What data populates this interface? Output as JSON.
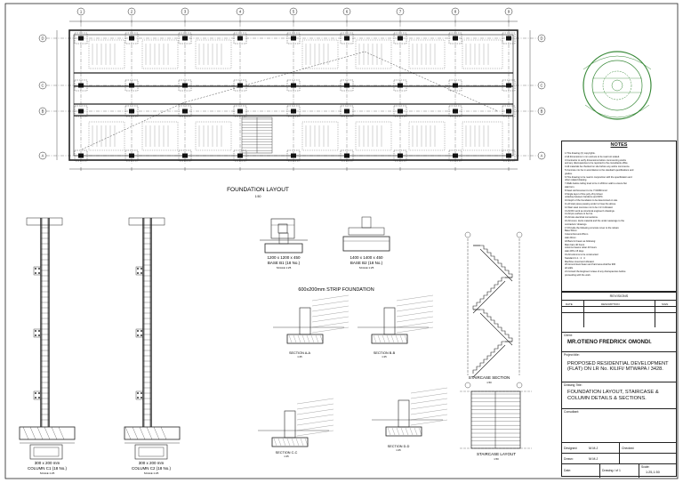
{
  "plan": {
    "title": "FOUNDATION LAYOUT",
    "scale": "1:50",
    "grid_cols": [
      "1",
      "2",
      "3",
      "4",
      "5",
      "6",
      "7",
      "8",
      "9"
    ],
    "grid_rows": [
      "D",
      "C",
      "B",
      "A"
    ]
  },
  "bases": {
    "b1_label": "1200 x 1200 x 450",
    "b1_name": "BASE B1 (18 No.)",
    "b1_scale": "SCALE 1:25",
    "b2_label": "1400 x 1400 x 450",
    "b2_name": "BASE B2 (18 No.)",
    "b2_scale": "SCALE 1:25"
  },
  "strip": {
    "title": "600x200mm STRIP FOUNDATION",
    "sec_a": "SECTION A-A",
    "sec_b": "SECTION B-B",
    "sec_c": "SECTION C-C",
    "sec_d": "SECTION D-D",
    "scale": "1:25"
  },
  "columns": {
    "c1_size": "300 x 200 mm",
    "c1_name": "COLUMN C1 (18 No.)",
    "c2_size": "300 x 200 mm",
    "c2_name": "COLUMN C2 (18 No.)",
    "scale": "SCALE 1:25"
  },
  "stairs": {
    "section": "STAIRCASE SECTION",
    "layout": "STAIRCASE LAYOUT",
    "scale": "1:50"
  },
  "notes": {
    "title": "NOTES",
    "items": [
      "1.This drawing (C) copyrights.",
      "2.All dimensions in mm and are to be read not scaled.",
      "3.Contractor to verify dimensions before commencing works",
      "and any discrepancies to be reported to the consultants office.",
      "4.All materials be checked on site before any works commence.",
      "5.Concrete mix be in accordance to the standard specifications and",
      "grades.",
      "6.This drawing to be read in conjunction with the specification and",
      "other related drawing.",
      "7.Walls below ceiling level to be in 200mm wall to ensure flat",
      "slab form.",
      "8.Steel reinforcement to be Y=400N/mm2.",
      "9.Single layer of fine poly-Vinyl sheet",
      "underlay between hardcore and DPC.",
      "10.Depth of the foundation to be determined on site.",
      "11.All stair pipes passing under to hose the above.",
      "12.Stair steel concrete mix to be 1:2:4 vibrated.",
      "13.All RC work as structural engineer's drawings.",
      "14.All pre-surface to be hot.",
      "15.All site electrical connections.",
      "16.All cover, ducts material and the under sewerage to the",
      "contractors' drawings.",
      "17.Provide the following concrete cover to the rebars:",
      "  Base    50mm",
      "  Column/Ground    25mm",
      "  slab     20mm",
      "18.Bars for beam as following:",
      "  Main bars    40 hours",
      "  columns beams rebar    40 hours",
      "  slab 2/Pto    15 days",
      "19.All columns to be constructed",
      "  Standard in 1 : 2 : 4",
      "  Machine mixed and vibrated.",
      "20.Ground level beam and hard area shall be 900",
      "all walls.",
      "21.Consult the Engineer incase of any discrepancies before",
      "proceeding with the work."
    ]
  },
  "titleblock": {
    "revisions": "REVISIONS",
    "rev_date": "DATE",
    "rev_desc": "DESCRIPTION",
    "rev_sign": "SIGN",
    "client_label": "Client:",
    "client": "MR.OTIENO FREDRICK OMONDI.",
    "project_label": "Project title:",
    "project": "PROPOSED  RESIDENTIAL DEVELOPMENT (FLAT) ON LR No. KILIFI/ MTWAPA / 3428.",
    "drawing_label": "Drawing Title:",
    "drawing": "FOUNDATION LAYOUT, STAIRCASE & COLUMN DETAILS & SECTIONS.",
    "consultant_label": "Consultant:",
    "designed_label": "Designed:",
    "designed": "M.M.J",
    "checked_label": "Checked:",
    "drawn_label": "Drawn:",
    "drawn": "M.M.J",
    "date_label": "Date:",
    "sheet_label": "Drawing / of 1",
    "scale_label": "Scale:",
    "scale": "1:25,1:50"
  },
  "colors": {
    "line": "#222222",
    "seal": "#3a8a3a"
  }
}
